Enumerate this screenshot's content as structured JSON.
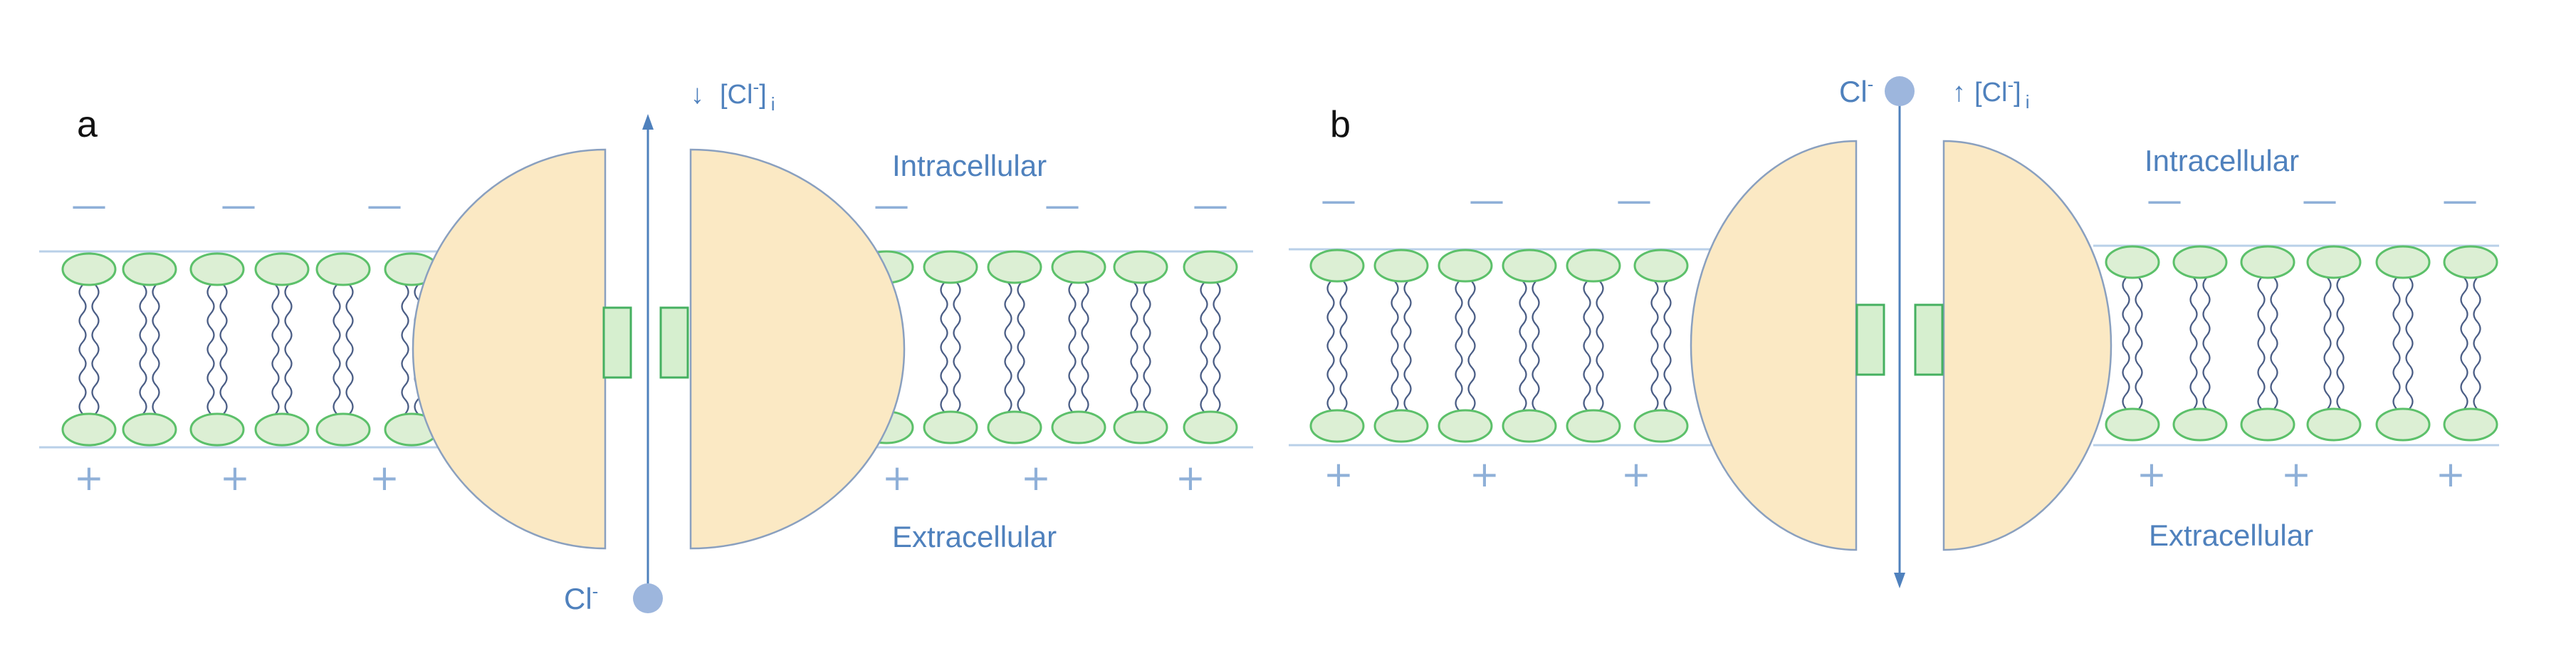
{
  "panels": [
    {
      "letter": "a",
      "intracellular_label": "Intracellular",
      "extracellular_label": "Extracellular",
      "ion": {
        "symbol": "Cl",
        "charge": "-"
      },
      "concentration": {
        "arrow": "↓",
        "text": "[Cl",
        "sup": "-",
        "close": "]",
        "sub": "i"
      },
      "inside_charge": "—",
      "outside_charge": "+"
    },
    {
      "letter": "b",
      "intracellular_label": "Intracellular",
      "extracellular_label": "Extracellular",
      "ion": {
        "symbol": "Cl",
        "charge": "-"
      },
      "concentration": {
        "arrow": "↑",
        "text": "[Cl",
        "sup": "-",
        "close": "]",
        "sub": "i"
      },
      "inside_charge": "—",
      "outside_charge": "+"
    }
  ],
  "colors": {
    "label_blue": "#4f81bd",
    "lipid_head_fill": "#dcefd4",
    "lipid_head_stroke": "#5cc06a",
    "channel_fill": "#fbe9c4",
    "ion_ball": "#9db6dd"
  }
}
